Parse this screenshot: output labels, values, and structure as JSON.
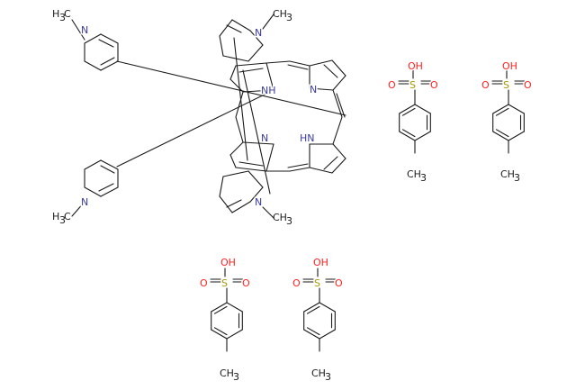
{
  "molecule": {
    "colors": {
      "bond": "#1a1a1a",
      "nitrogen": "#3b3b9e",
      "oxygen": "#ff1f1f",
      "sulfur": "#a39a00"
    },
    "porphyrin": {
      "pyrrole_n_labels": [
        "N",
        "NH",
        "N",
        "HN"
      ],
      "pyridinyl_groups": [
        {
          "n": "N",
          "methyl": "CH",
          "methyl_sub": "3"
        },
        {
          "n": "N",
          "methyl": "CH",
          "methyl_sub": "3"
        },
        {
          "n": "N",
          "methyl": "CH",
          "methyl_sub": "3"
        },
        {
          "n": "N",
          "methyl": "CH",
          "methyl_sub": "3"
        }
      ],
      "methyl_prefix": {
        "main": "H",
        "sub": "3",
        "tail": "C"
      }
    },
    "tosylates": [
      {
        "oh": "OH",
        "o_left": "O",
        "s": "S",
        "o_right": "O",
        "methyl": "CH",
        "methyl_sub": "3"
      },
      {
        "oh": "OH",
        "o_left": "O",
        "s": "S",
        "o_right": "O",
        "methyl": "CH",
        "methyl_sub": "3"
      },
      {
        "oh": "OH",
        "o_left": "O",
        "s": "S",
        "o_right": "O",
        "methyl": "CH",
        "methyl_sub": "3"
      },
      {
        "oh": "OH",
        "o_left": "O",
        "s": "S",
        "o_right": "O",
        "methyl": "CH",
        "methyl_sub": "3"
      }
    ]
  }
}
